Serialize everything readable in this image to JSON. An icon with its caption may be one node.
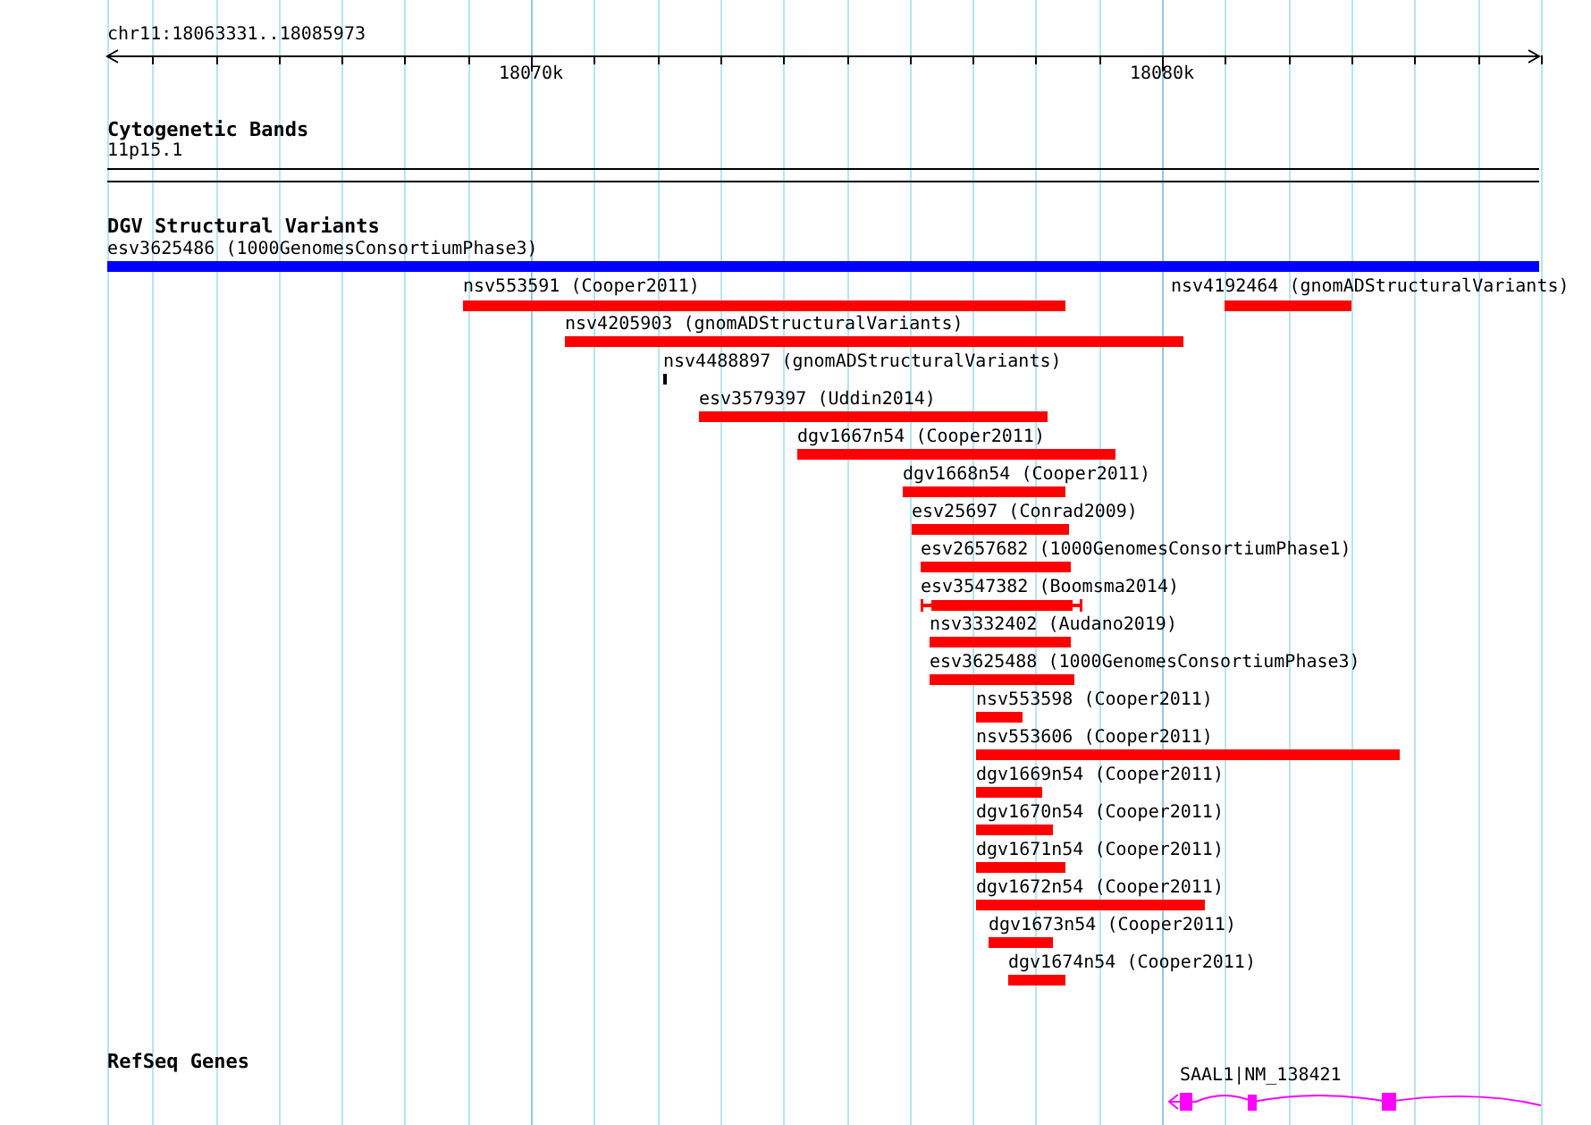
{
  "diagram": {
    "nodes": [
      {
        "text": [
          "esv3625486 (1000GenomesConsortiumPhase3)"
        ]
      },
      {
        "text": [
          "nsv553591 (Cooper2011)"
        ]
      },
      {
        "text": [
          "nsv4192464 (gnomADStructuralVariants)"
        ]
      },
      {
        "text": [
          "nsv4205903 (gnomADStructuralVariants)"
        ]
      },
      {
        "text": [
          "nsv4488897 (gnomADStructuralVariants)"
        ]
      },
      {
        "text": [
          "esv3579397 (Uddin2014)"
        ]
      },
      {
        "text": [
          "dgv1667n54 (Cooper2011)"
        ]
      },
      {
        "text": [
          "dgv1668n54 (Cooper2011)"
        ]
      },
      {
        "text": [
          "esv25697 (Conrad2009)"
        ]
      },
      {
        "text": [
          "esv2657682 (1000GenomesConsortiumPhase1)"
        ]
      },
      {
        "text": [
          "esv3547382 (Boomsma2014)"
        ]
      },
      {
        "text": [
          "nsv3332402 (Audano2019)"
        ]
      },
      {
        "text": [
          "esv3625488 (1000GenomesConsortiumPhase3)"
        ]
      },
      {
        "text": [
          "nsv553598 (Cooper2011)"
        ]
      },
      {
        "text": [
          "nsv553606 (Cooper2011)"
        ]
      },
      {
        "text": [
          "dgv1669n54 (Cooper2011)"
        ]
      },
      {
        "text": [
          "dgv1670n54 (Cooper2011)"
        ]
      },
      {
        "text": [
          "dgv1671n54 (Cooper2011)"
        ]
      },
      {
        "text": [
          "dgv1672n54 (Cooper2011)"
        ]
      },
      {
        "text": [
          "dgv1673n54 (Cooper2011)"
        ]
      },
      {
        "text": [
          "dgv1674n54 (Cooper2011)"
        ]
      },
      {
        "text": [
          "SAAL1|NM_138421"
        ]
      }
    ],
    "labels": [
      "chr11:18063331..18085973",
      "18070k",
      "18080k",
      "Cytogenetic Bands",
      "11p15.1",
      "DGV Structural Variants",
      "RefSeq Genes"
    ]
  }
}
